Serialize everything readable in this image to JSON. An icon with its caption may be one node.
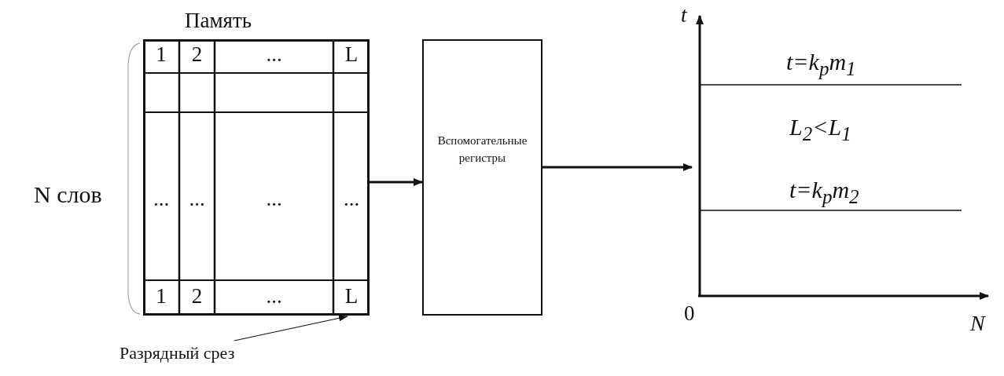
{
  "diagram": {
    "nodes": [
      {
        "text": [
          "Память"
        ],
        "beside": [
          "N слов"
        ]
      },
      {
        "text": [
          "Вспомогательные регистры"
        ]
      },
      {
        "text": [],
        "shape": "picture"
      },
      {
        "text": [
          "Разрядный срез"
        ]
      }
    ],
    "edges": [
      {
        "from": 0,
        "to": 1,
        "arrow": "to"
      },
      {
        "from": 1,
        "to": 2,
        "arrow": "to"
      },
      {
        "from": 3,
        "to": 0,
        "arrow": "to"
      }
    ],
    "labels": [
      "1",
      "2",
      "...",
      "L",
      "...",
      "...",
      "...",
      "...",
      "1",
      "2",
      "...",
      "L",
      "t",
      "t=k$_{p}$m$_{1}$",
      "L$_{2}$<L$_{1}$",
      "t=k$_{p}$m$_{2}$",
      "0",
      "N"
    ]
  }
}
